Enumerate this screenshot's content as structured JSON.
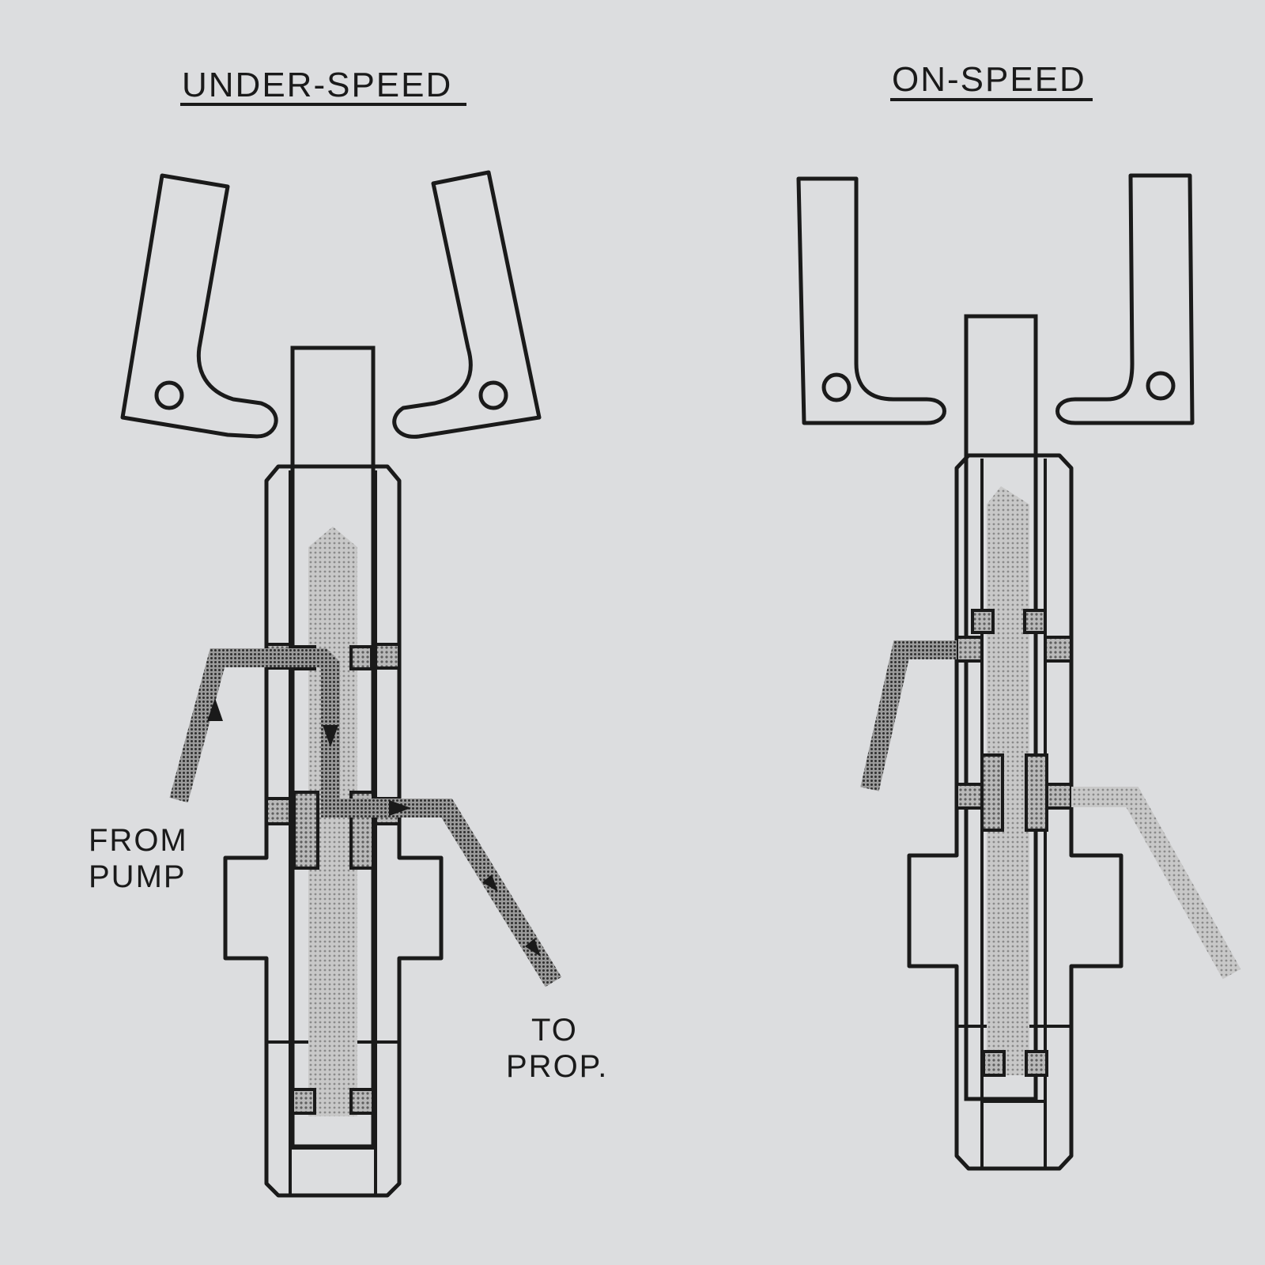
{
  "panels": {
    "under_speed": {
      "title": "UNDER-SPEED",
      "from_label": [
        "FROM",
        "PUMP"
      ],
      "to_label": [
        "TO",
        "PROP."
      ]
    },
    "on_speed": {
      "title": "ON-SPEED"
    }
  },
  "colors": {
    "background": "#dcdddf",
    "line": "#1a1a1a",
    "oil_fill": "#9a9a9a",
    "oil_fill_light": "#b5b5b5"
  }
}
